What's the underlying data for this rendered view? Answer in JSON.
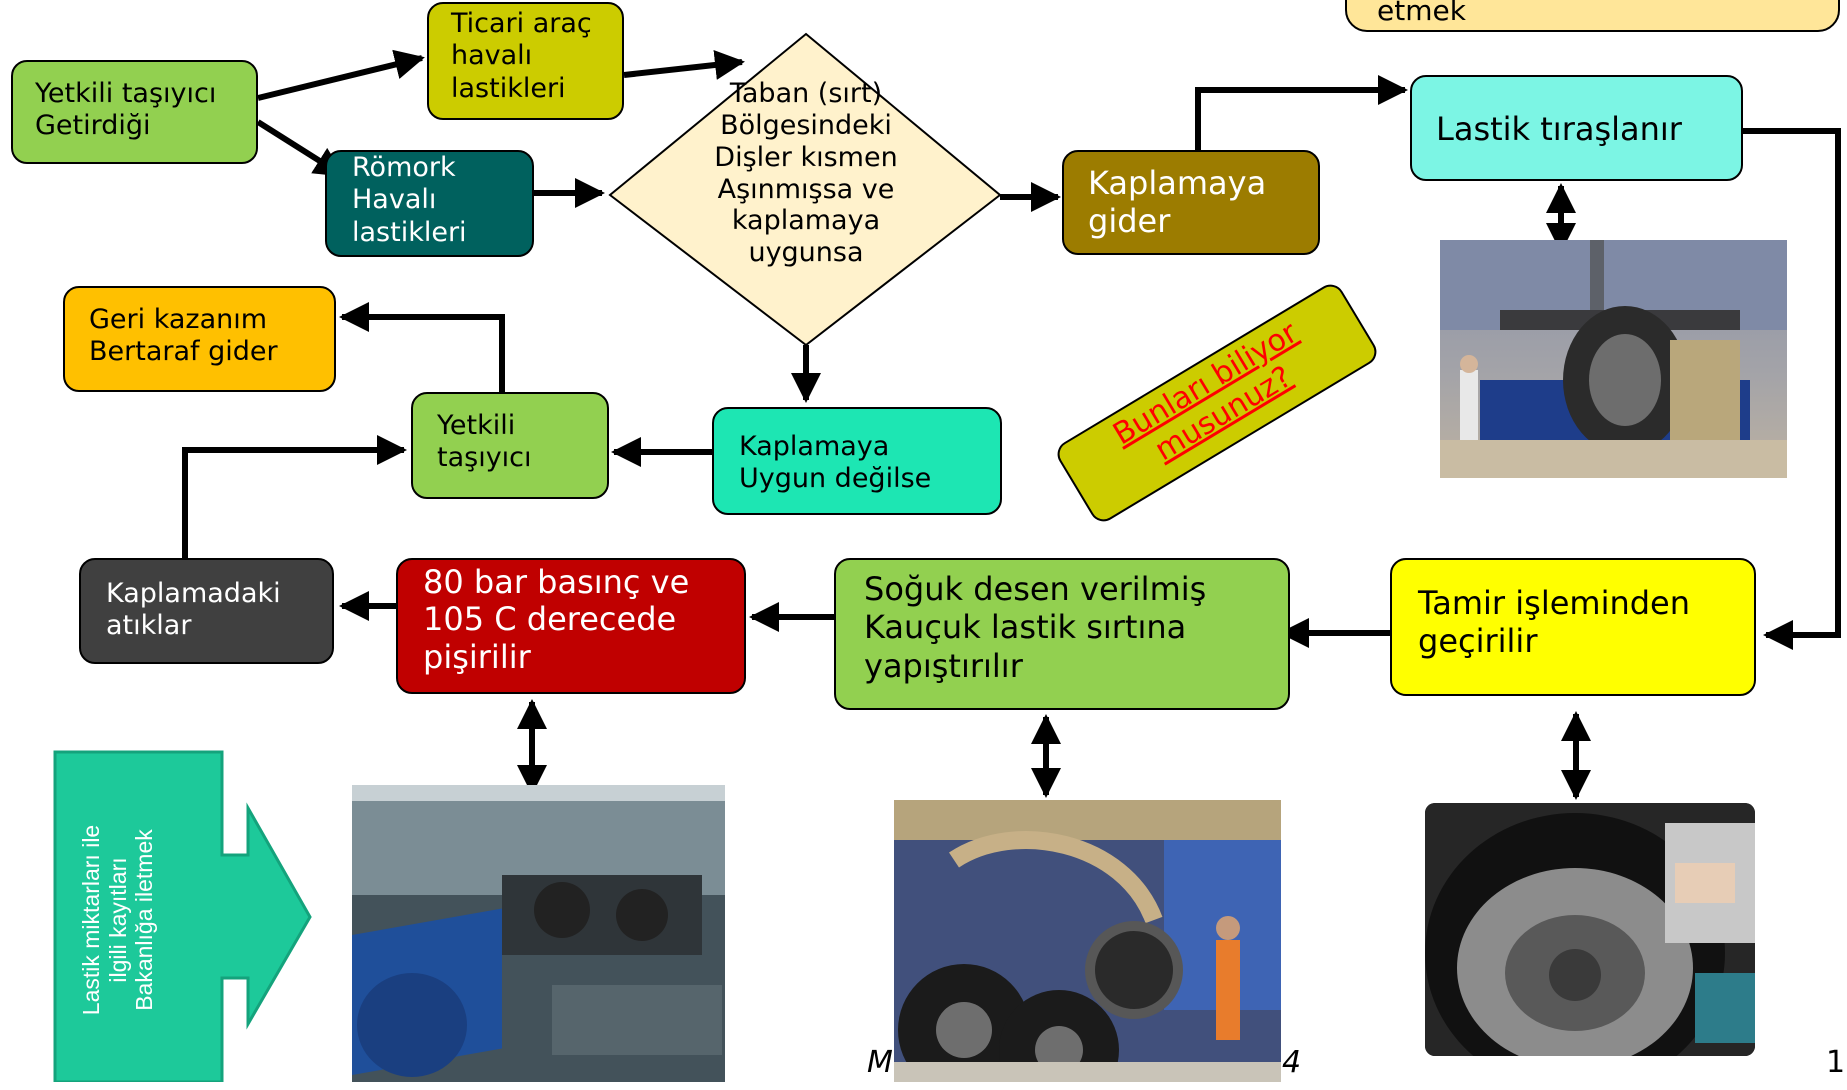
{
  "top_note": "etmek",
  "nodes": {
    "yetkili_tasiyici_getirdigi": [
      "Yetkili taşıyıcı",
      "Getirdiği"
    ],
    "ticari_arac": [
      "Ticari araç",
      "havalı",
      "lastikleri"
    ],
    "romork": [
      "Römork",
      "Havalı",
      "lastikleri"
    ],
    "taban_decision": [
      "Taban (sırt)",
      "Bölgesindeki",
      "Dişler kısmen",
      "Aşınmışsa ve",
      "kaplamaya",
      "uygunsa"
    ],
    "kaplamaya_gider": [
      "Kaplamaya",
      "gider"
    ],
    "lastik_tiraslanir": [
      "Lastik tıraşlanır"
    ],
    "geri_kazanim": [
      "Geri kazanım",
      "Bertaraf gider"
    ],
    "yetkili_tasiyici": [
      "Yetkili",
      "taşıyıcı"
    ],
    "kaplamaya_uygun_degilse": [
      "Kaplamaya",
      "Uygun değilse"
    ],
    "kaplamadaki_atiklar": [
      "Kaplamadaki",
      "atıklar"
    ],
    "pisirilir": [
      "80 bar basınç ve",
      "105 C derecede",
      "pişirilir"
    ],
    "soguk_desen": [
      "Soğuk desen verilmiş",
      "Kauçuk lastik sırtına",
      "yapıştırılır"
    ],
    "tamir": [
      "Tamir işleminden",
      "geçirilir"
    ]
  },
  "callout": [
    "Bunları biliyor",
    "musunuz?"
  ],
  "side_arrow": [
    "Lastik miktarları ile",
    "ilgili kayıtları",
    "Bakanlığa iletmek"
  ],
  "footer": {
    "left_fragment": "M",
    "right_fragment": "4",
    "page_fragment": "1"
  },
  "colors": {
    "light_green": "#92d050",
    "olive_yellow": "#cccc00",
    "teal_dark": "#00615e",
    "cream": "#fff2cc",
    "brown_gold": "#9c7c00",
    "aqua": "#7cf5e4",
    "orange": "#ffc000",
    "turquoise": "#1de6b3",
    "dark_gray": "#404040",
    "dark_red": "#c00000",
    "yellow": "#ffff00",
    "note_yellow": "#ffe699",
    "side_arrow": "#1dc99a"
  }
}
